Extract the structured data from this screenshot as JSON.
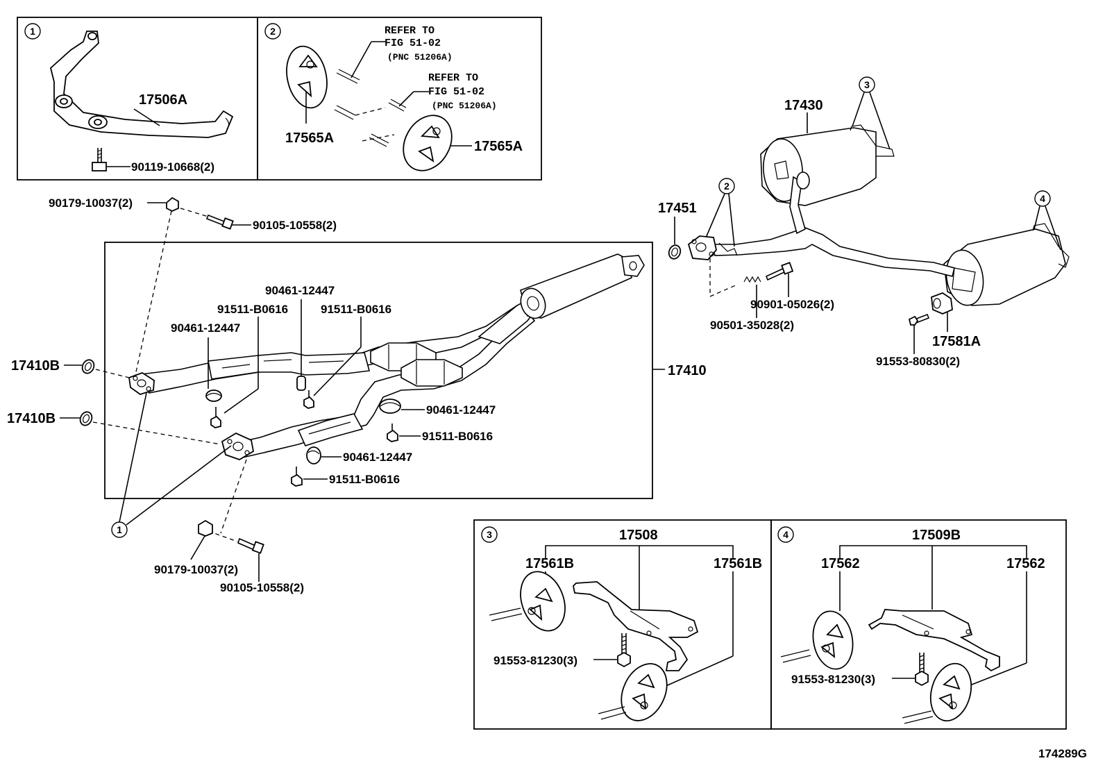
{
  "figure_id": "174289G",
  "inset1": {
    "marker": "1",
    "bracket_label": "17506A",
    "bolt_label": "90119-10668(2)"
  },
  "inset2": {
    "marker": "2",
    "refer1_line1": "REFER TO",
    "refer1_line2": "FIG 51-02",
    "refer1_line3": "(PNC 51206A)",
    "refer2_line1": "REFER TO",
    "refer2_line2": "FIG 51-02",
    "refer2_line3": "(PNC 51206A)",
    "hanger_left": "17565A",
    "hanger_right": "17565A"
  },
  "front": {
    "nut_top": "90179-10037(2)",
    "bolt_top": "90105-10558(2)",
    "gasket_upper": "17410B",
    "gasket_lower": "17410B",
    "assembly_label": "17410",
    "clamp_1": "90461-12447",
    "clamp_2": "90461-12447",
    "clamp_3": "90461-12447",
    "clamp_4": "90461-12447",
    "bolt_1": "91511-B0616",
    "bolt_2": "91511-B0616",
    "bolt_3": "91511-B0616",
    "bolt_4": "91511-B0616",
    "nut_bottom": "90179-10037(2)",
    "bolt_bottom": "90105-10558(2)",
    "marker_1": "1"
  },
  "rear": {
    "muffler_label": "17430",
    "gasket": "17451",
    "bolt": "90901-05026(2)",
    "spring": "90501-35028(2)",
    "hanger": "17581A",
    "bolt_small": "91553-80830(2)",
    "marker_2": "2",
    "marker_3": "3",
    "marker_4": "4"
  },
  "inset3": {
    "marker": "3",
    "bracket": "17508",
    "hanger_left": "17561B",
    "hanger_right": "17561B",
    "bolt": "91553-81230(3)"
  },
  "inset4": {
    "marker": "4",
    "bracket": "17509B",
    "hanger_left": "17562",
    "hanger_right": "17562",
    "bolt": "91553-81230(3)"
  }
}
